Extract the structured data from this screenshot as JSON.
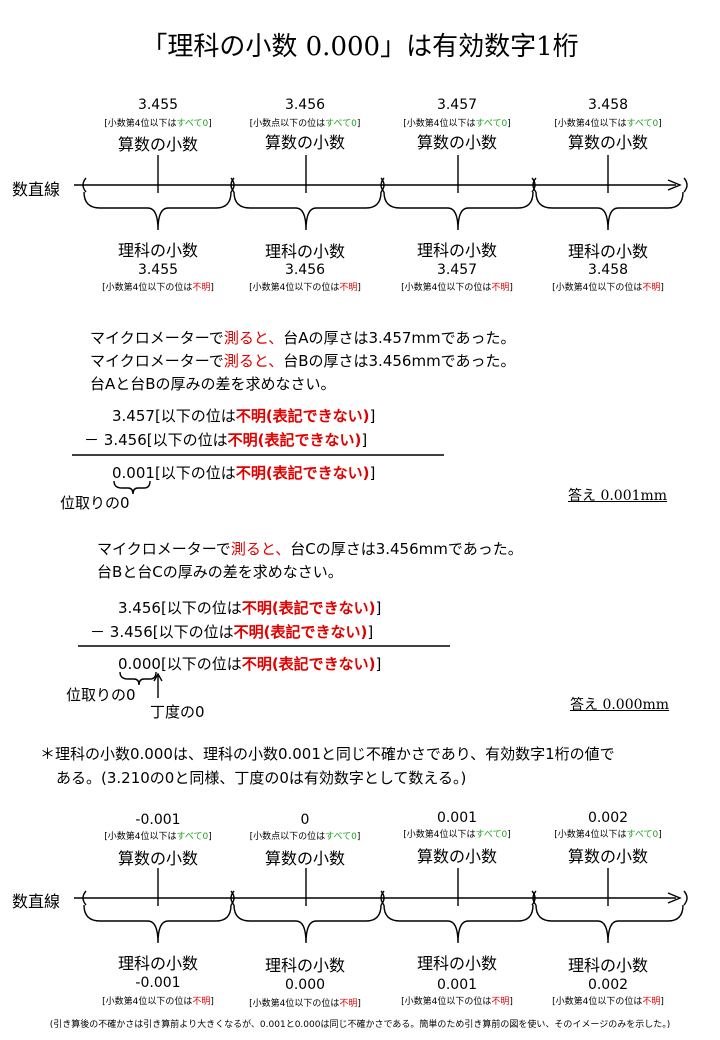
{
  "title": "「理科の小数 0.000」は有効数字1桁",
  "number_line_label": "数直線",
  "top_line": {
    "math_values": [
      "3.455",
      "3.456",
      "3.457",
      "3.458"
    ],
    "math_notes": [
      {
        "pre": "[小数第4位以下は",
        "hl": "すべて0",
        "post": "]"
      },
      {
        "pre": "[小数点以下の位は",
        "hl": "すべて0",
        "post": "]"
      },
      {
        "pre": "[小数第4位以下は",
        "hl": "すべて0",
        "post": "]"
      },
      {
        "pre": "[小数第4位以下は",
        "hl": "すべて0",
        "post": "]"
      }
    ],
    "math_label": "算数の小数",
    "sci_label": "理科の小数",
    "sci_values": [
      "3.455",
      "3.456",
      "3.457",
      "3.458"
    ],
    "sci_notes": [
      {
        "pre": "[小数第4位以下の位は",
        "hl": "不明",
        "post": "]"
      },
      {
        "pre": "[小数第4位以下の位は",
        "hl": "不明",
        "post": "]"
      },
      {
        "pre": "[小数第4位以下の位は",
        "hl": "不明",
        "post": "]"
      },
      {
        "pre": "[小数第4位以下の位は",
        "hl": "不明",
        "post": "]"
      }
    ]
  },
  "problem1": {
    "line1_pre": "マイクロメーターで",
    "line1_hl": "測ると、",
    "line1_post": "台Aの厚さは3.457mmであった。",
    "line2_pre": "マイクロメーターで",
    "line2_hl": "測ると、",
    "line2_post": "台Bの厚さは3.456mmであった。",
    "line3": "台Aと台Bの厚みの差を求めなさい。",
    "row1_num": "3.457",
    "row2_minus": "－",
    "row2_num": "3.456",
    "row_mid": "[以下の位は",
    "row_hl": "不明(表記できない)",
    "row_end": "]",
    "result_zeros": "0.00",
    "result_last": "1",
    "place_label": "位取りの0",
    "answer": "答え 0.001mm"
  },
  "problem2": {
    "line1_pre": "マイクロメーターで",
    "line1_hl": "測ると、",
    "line1_post": "台Cの厚さは3.456mmであった。",
    "line2": "台Bと台Cの厚みの差を求めなさい。",
    "row1_num": "3.456",
    "row2_minus": "－",
    "row2_num": "3.456",
    "result_zeros": "0.00",
    "result_last": "0",
    "place_label": "位取りの0",
    "exact_label": "丁度の0",
    "answer": "答え 0.000mm"
  },
  "star_note_line1": "＊理科の小数0.000は、理科の小数0.001と同じ不確かさであり、有効数字1桁の値で",
  "star_note_line2": "ある。(3.210の0と同様、丁度の0は有効数字として数える。)",
  "bottom_line": {
    "math_values": [
      "-0.001",
      "0",
      "0.001",
      "0.002"
    ],
    "math_notes": [
      {
        "pre": "[小数第4位以下は",
        "hl": "すべて0",
        "post": "]"
      },
      {
        "pre": "[小数点以下の位は",
        "hl": "すべて0",
        "post": "]"
      },
      {
        "pre": "[小数第4位以下は",
        "hl": "すべて0",
        "post": "]"
      },
      {
        "pre": "[小数第4位以下は",
        "hl": "すべて0",
        "post": "]"
      }
    ],
    "math_label": "算数の小数",
    "sci_label": "理科の小数",
    "sci_values": [
      "-0.001",
      "0.000",
      "0.001",
      "0.002"
    ],
    "sci_notes": [
      {
        "pre": "[小数第4位以下の位は",
        "hl": "不明",
        "post": "]"
      },
      {
        "pre": "[小数第4位以下の位は",
        "hl": "不明",
        "post": "]"
      },
      {
        "pre": "[小数第4位以下の位は",
        "hl": "不明",
        "post": "]"
      },
      {
        "pre": "[小数第4位以下の位は",
        "hl": "不明",
        "post": "]"
      }
    ]
  },
  "footnote": "(引き算後の不確かさは引き算前より大きくなるが、0.001と0.000は同じ不確かさである。簡単のため引き算前の図を使い、そのイメージのみを示した。)"
}
